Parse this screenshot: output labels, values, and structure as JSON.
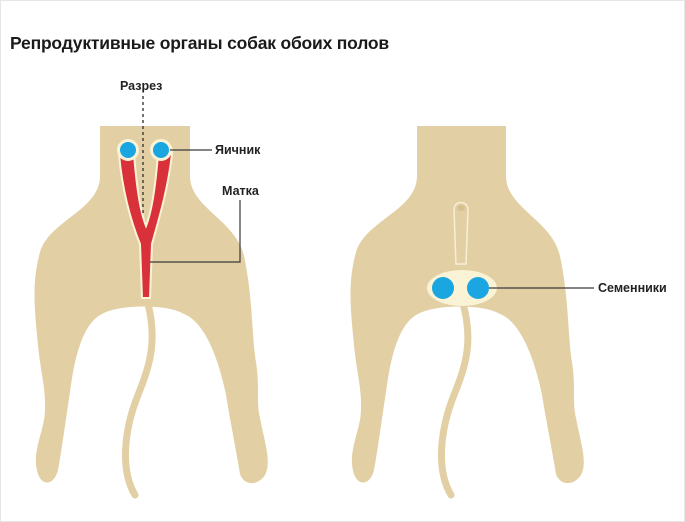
{
  "title": "Репродуктивные органы собак обоих полов",
  "labels": {
    "incision": "Разрез",
    "ovary": "Яичник",
    "uterus": "Матка",
    "testes": "Семенники"
  },
  "colors": {
    "body": "#e3cfa4",
    "organ_red": "#d8313a",
    "organ_blue": "#1aa6e0",
    "organ_halo": "#faf3d6",
    "line": "#3a3a3a",
    "background": "#ffffff"
  }
}
